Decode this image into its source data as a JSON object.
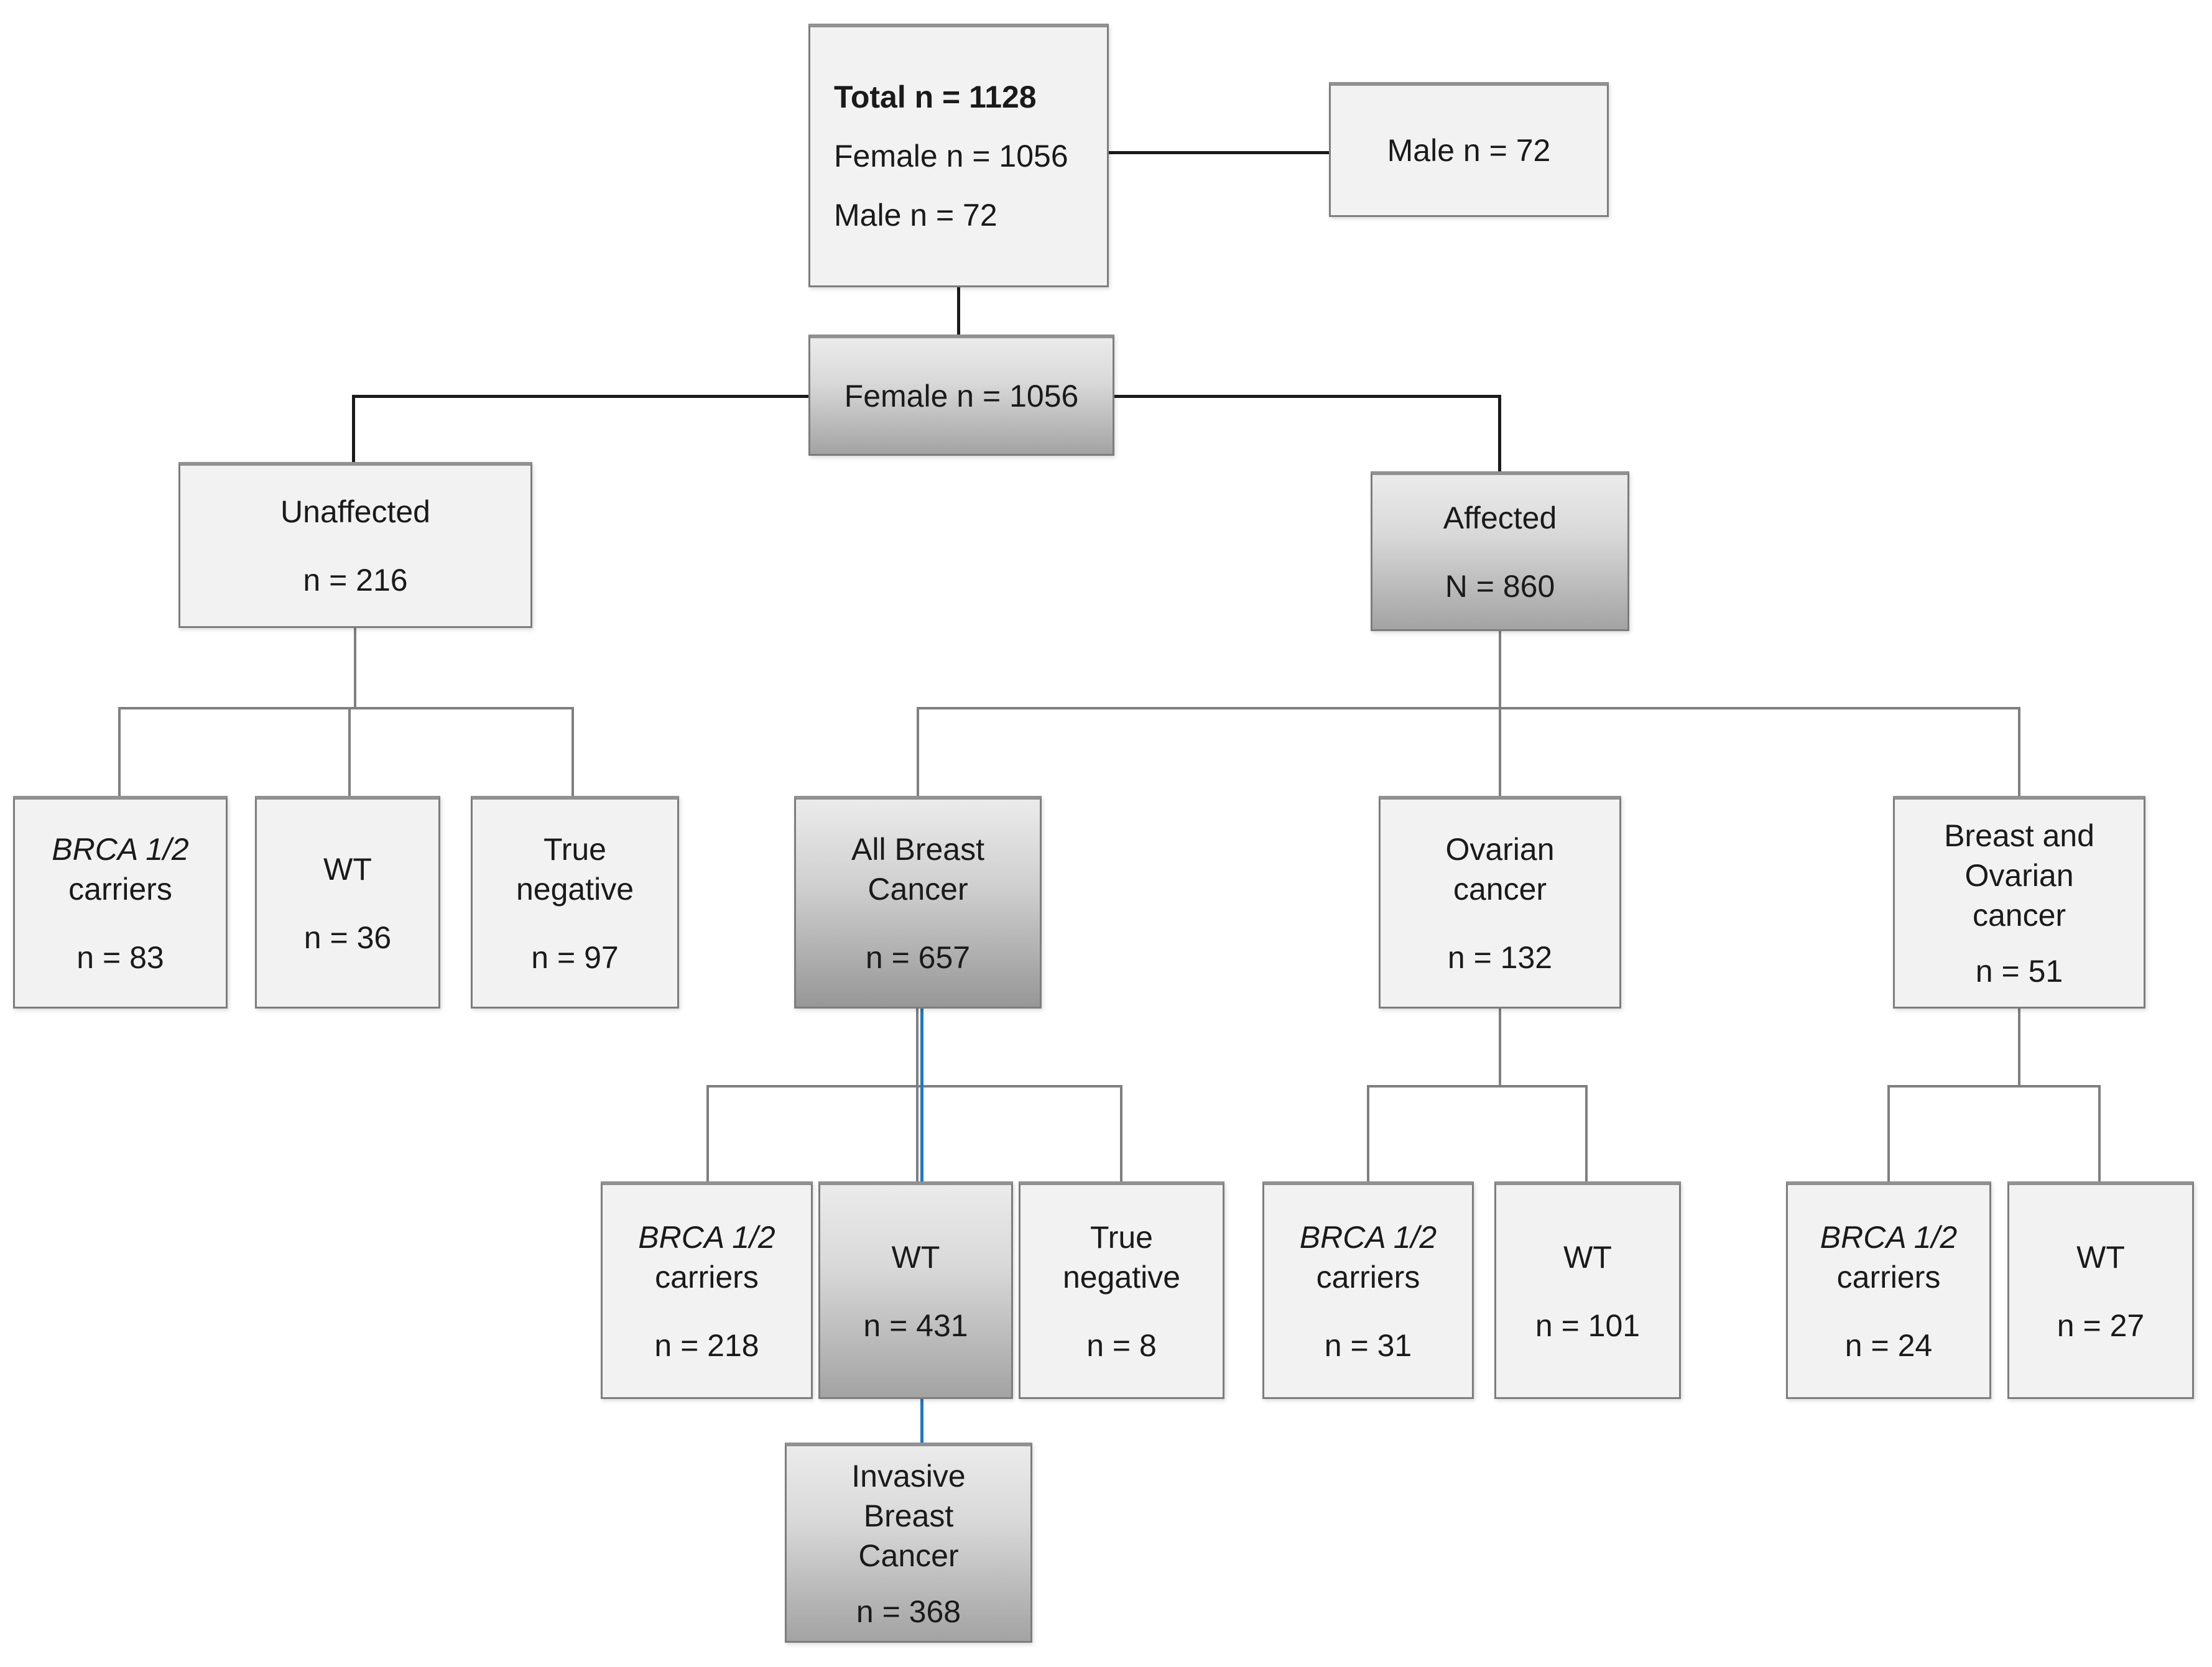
{
  "figure": {
    "description": "Study population flowchart",
    "total_n": "1128"
  },
  "nodes": {
    "total": {
      "lines": [
        "Total n = 1128",
        "Female n = 1056",
        "Male n = 72"
      ]
    },
    "male": {
      "label": "Male n = 72"
    },
    "female": {
      "label": "Female n = 1056"
    },
    "unaffected": {
      "lines": [
        "Unaffected"
      ],
      "count": "n = 216"
    },
    "affected": {
      "lines": [
        "Affected"
      ],
      "count": "N = 860"
    },
    "unaffected_brca": {
      "lines": [
        "BRCA 1/2",
        "carriers"
      ],
      "count": "n = 83"
    },
    "unaffected_wt": {
      "lines": [
        "WT"
      ],
      "count": "n = 36"
    },
    "unaffected_tn": {
      "lines": [
        "True",
        "negative"
      ],
      "count": "n = 97"
    },
    "all_breast_cancer": {
      "lines": [
        "All Breast",
        "Cancer"
      ],
      "count": "n = 657"
    },
    "ovarian_cancer": {
      "lines": [
        "Ovarian",
        "cancer"
      ],
      "count": "n = 132"
    },
    "breast_ovarian": {
      "lines": [
        "Breast and",
        "Ovarian",
        "cancer"
      ],
      "count": "n = 51"
    },
    "abc_brca": {
      "lines": [
        "BRCA 1/2",
        "carriers"
      ],
      "count": "n = 218"
    },
    "abc_wt": {
      "lines": [
        "WT"
      ],
      "count": "n = 431"
    },
    "abc_tn": {
      "lines": [
        "True",
        "negative"
      ],
      "count": "n = 8"
    },
    "ov_brca": {
      "lines": [
        "BRCA 1/2",
        "carriers"
      ],
      "count": "n = 31"
    },
    "ov_wt": {
      "lines": [
        "WT"
      ],
      "count": "n = 101"
    },
    "bo_brca": {
      "lines": [
        "BRCA 1/2",
        "carriers"
      ],
      "count": "n = 24"
    },
    "bo_wt": {
      "lines": [
        "WT"
      ],
      "count": "n = 27"
    },
    "invasive": {
      "lines": [
        "Invasive",
        "Breast",
        "Cancer"
      ],
      "count": "n = 368"
    }
  },
  "colors": {
    "background": "#ffffff",
    "box_fill": "#f2f2f2",
    "box_border": "#7d7d7d",
    "box_border_top": "#919191",
    "gradient_top": "#ebebeb",
    "gradient_bottom": "#a3a3a3",
    "connector_black": "#1a1a1a",
    "connector_gray": "#7f7f7f",
    "connector_blue": "#1e7ac0",
    "text": "#1a1a1a"
  }
}
